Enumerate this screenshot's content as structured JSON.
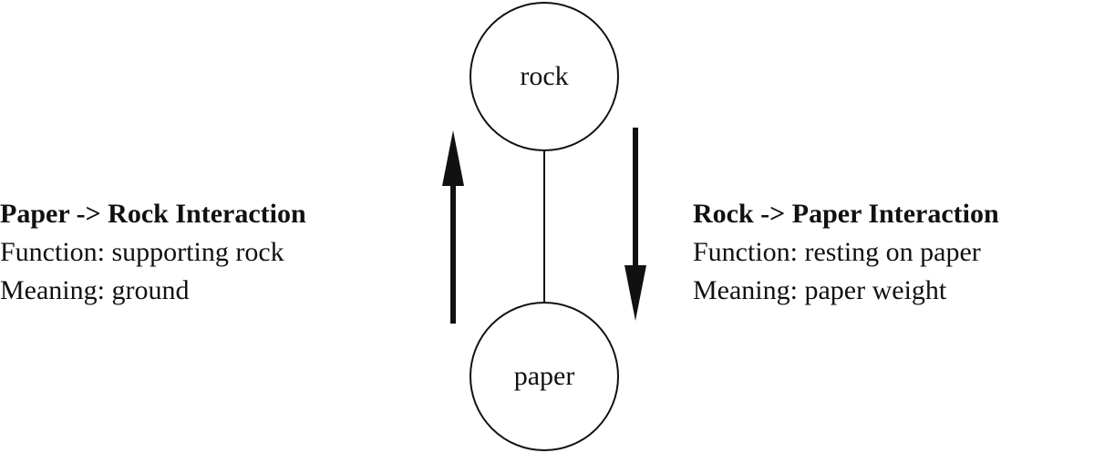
{
  "diagram": {
    "nodes": {
      "top": {
        "label": "rock"
      },
      "bottom": {
        "label": "paper"
      }
    },
    "edges": {
      "connector": "rock-paper link",
      "up_arrow": "paper-to-rock direction",
      "down_arrow": "rock-to-paper direction"
    },
    "left_annotation": {
      "title": "Paper -> Rock Interaction",
      "function": "Function: supporting rock",
      "meaning": "Meaning: ground"
    },
    "right_annotation": {
      "title": "Rock -> Paper Interaction",
      "function": "Function: resting on paper",
      "meaning": "Meaning: paper weight"
    },
    "colors": {
      "stroke": "#111111",
      "background": "#ffffff"
    }
  }
}
